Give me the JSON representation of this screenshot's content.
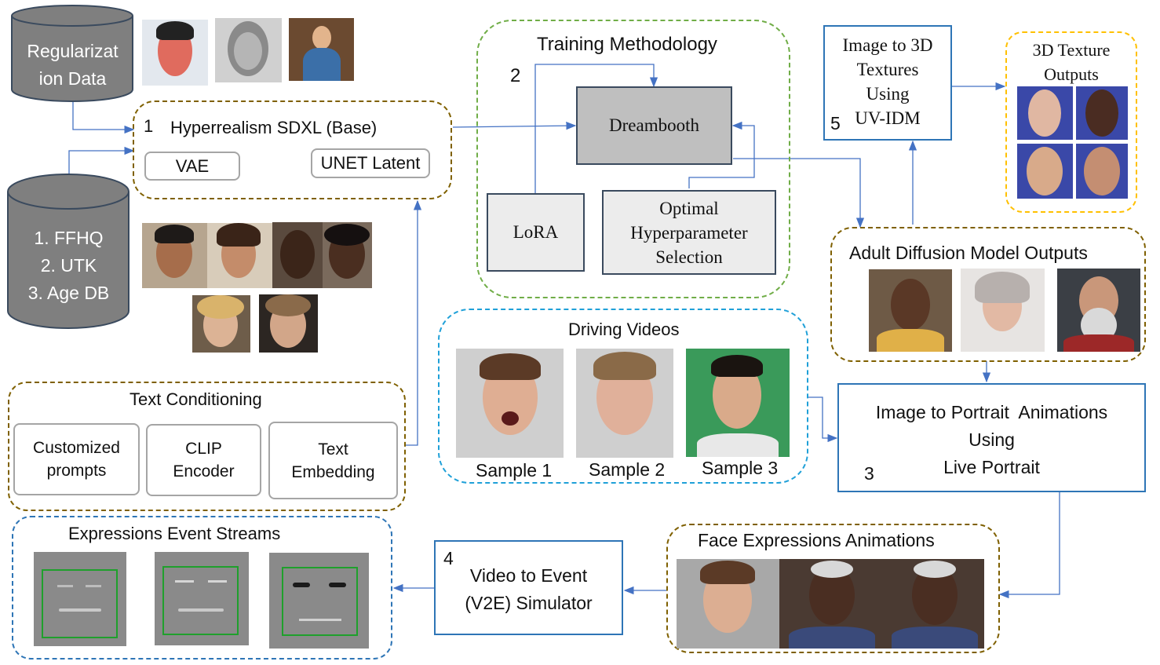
{
  "db1": {
    "line1": "Regularizat",
    "line2": "ion Data"
  },
  "db2": {
    "items": [
      "1. FFHQ",
      "2. UTK",
      "3. Age DB"
    ]
  },
  "base": {
    "num": "1",
    "title": "Hyperrealism SDXL (Base)",
    "vae": "VAE",
    "unet": "UNET Latent"
  },
  "training": {
    "title": "Training Methodology",
    "num": "2",
    "dreambooth": "Dreambooth",
    "lora": "LoRA",
    "hyper": [
      "Optimal",
      "Hyperparameter",
      "Selection"
    ]
  },
  "img3d": {
    "lines": [
      "Image to 3D",
      "Textures",
      "Using",
      "UV-IDM"
    ],
    "num": "5"
  },
  "tex3d": {
    "lines": [
      "3D Texture",
      "Outputs"
    ]
  },
  "adult": {
    "title": "Adult Diffusion Model Outputs"
  },
  "driving": {
    "title": "Driving Videos",
    "samples": [
      "Sample 1",
      "Sample 2",
      "Sample 3"
    ]
  },
  "portrait": {
    "lines": [
      "Image to Portrait  Animations",
      "Using",
      "Live Portrait"
    ],
    "num": "3"
  },
  "text_cond": {
    "title": "Text Conditioning",
    "boxes": [
      [
        "Customized",
        "prompts"
      ],
      [
        "CLIP",
        "Encoder"
      ],
      [
        "Text",
        "Embedding"
      ]
    ]
  },
  "expr": {
    "title": "Expressions Event Streams"
  },
  "v2e": {
    "num": "4",
    "lines": [
      "Video to Event",
      "(V2E) Simulator"
    ]
  },
  "face_anim": {
    "title": "Face Expressions Animations"
  },
  "colors": {
    "arrow": "#4472c4",
    "green_dash": "#70ad47",
    "brown_dash": "#7f6000",
    "blue_dash": "#2e75b6",
    "cyan_dash": "#1fa0d8",
    "yellow_dash": "#ffc000",
    "cylinder": "#7f7f7f"
  }
}
